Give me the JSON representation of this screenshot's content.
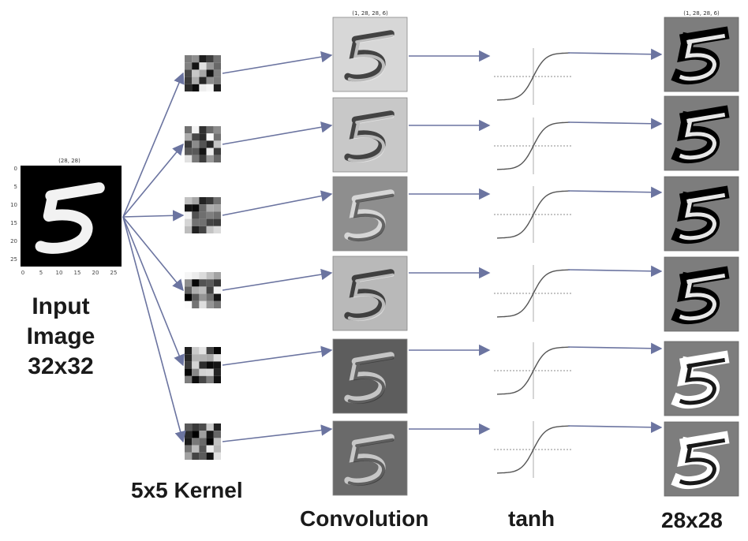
{
  "labels": {
    "input_line1": "Input",
    "input_line2": "Image",
    "input_line3": "32x32",
    "kernel": "5x5 Kernel",
    "convolution": "Convolution",
    "activation": "tanh",
    "output": "28x28"
  },
  "input_plot": {
    "title": "(28, 28)",
    "y_ticks": [
      "0",
      "5",
      "10",
      "15",
      "20",
      "25"
    ],
    "x_ticks": [
      "0",
      "5",
      "10",
      "15",
      "20",
      "25"
    ]
  },
  "conv_plot_title": "(1, 28, 28, 6)",
  "output_plot_title": "(1, 28, 28, 6)",
  "colors": {
    "arrow": "#6b74a0",
    "ink": "#1a1a1a"
  }
}
